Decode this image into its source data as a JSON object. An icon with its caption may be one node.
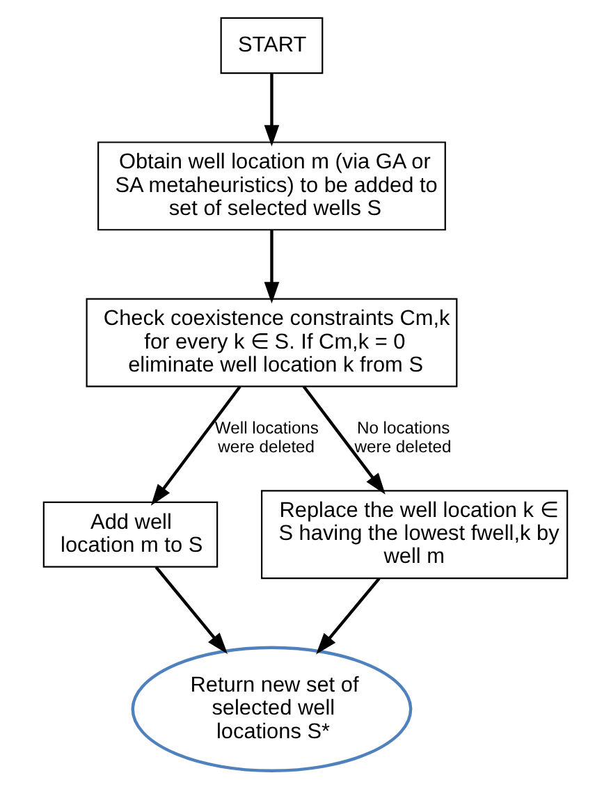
{
  "diagram": {
    "nodes": [
      {
        "text": [
          "START"
        ]
      },
      {
        "text": [
          "Obtain well location m (via GA or SA metaheuristics) to be added to set of selected wells S"
        ]
      },
      {
        "text": [
          "Check coexistence constraints Cm,k for every k ∈ S. If Cm,k = 0 eliminate well location k from S"
        ]
      },
      {
        "text": [
          "Add well location m to S"
        ]
      },
      {
        "text": [
          "Replace the well location k ∈ S having the lowest fwell,k by well m"
        ]
      },
      {
        "text": [
          "Return new set of selected well locations S*"
        ]
      }
    ],
    "edges": [
      {
        "from": 0,
        "to": 1,
        "arrow": "to"
      },
      {
        "from": 1,
        "to": 2,
        "arrow": "to"
      },
      {
        "from": 2,
        "to": 3,
        "arrow": "to",
        "label": "Well locations were deleted"
      },
      {
        "from": 2,
        "to": 4,
        "arrow": "to",
        "label": "No locations were deleted"
      },
      {
        "from": 3,
        "to": 5,
        "arrow": "to"
      },
      {
        "from": 4,
        "to": 5,
        "arrow": "to"
      }
    ]
  }
}
